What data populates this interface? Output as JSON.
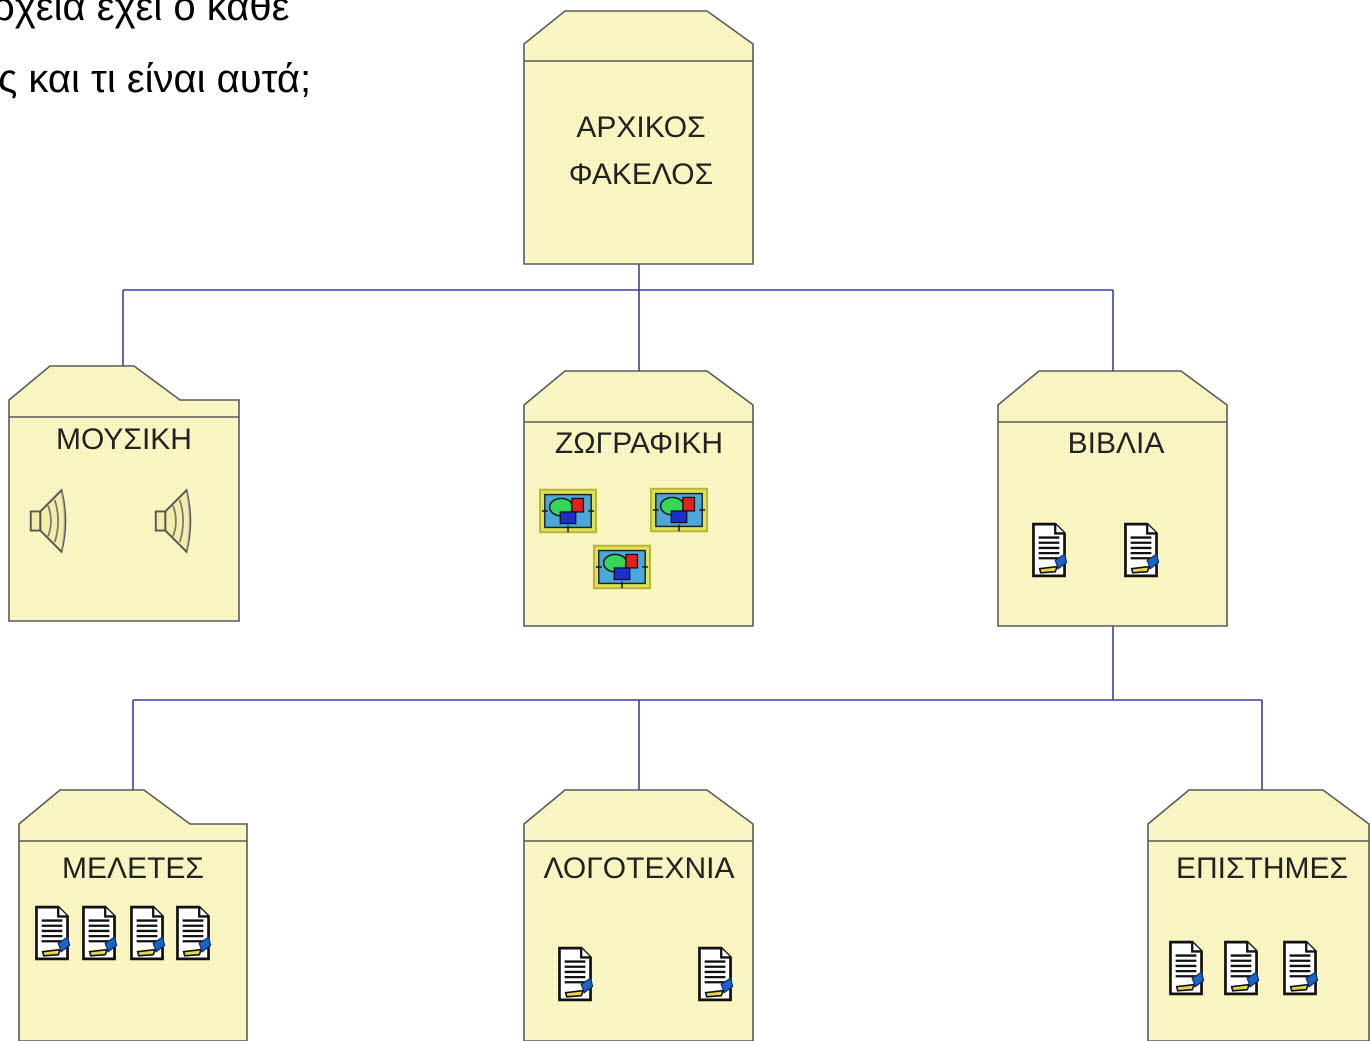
{
  "question": {
    "line1": "ρχεία έχει ο κάθε",
    "line2": "ς και τι είναι αυτά;"
  },
  "colors": {
    "folder_fill": "#fbf7c6",
    "folder_stroke": "#5a5a5a",
    "connector": "#3a3fa8"
  },
  "folders": {
    "root": {
      "line1": "ΑΡΧΙΚΟΣ",
      "line2": "ΦΑΚΕΛΟΣ"
    },
    "music": {
      "label": "ΜΟΥΣΙΚΗ",
      "icon": "speaker-icon",
      "icon_count": 2
    },
    "painting": {
      "label": "ΖΩΓΡΑΦΙΚΗ",
      "icon": "picture-icon",
      "icon_count": 3
    },
    "books": {
      "label": "ΒΙΒΛΙΑ",
      "icon": "document-icon",
      "icon_count": 2
    },
    "studies": {
      "label": "ΜΕΛΕΤΕΣ",
      "icon": "document-icon",
      "icon_count": 4
    },
    "literature": {
      "label": "ΛΟΓΟΤΕΧΝΙΑ",
      "icon": "document-icon",
      "icon_count": 2
    },
    "sciences": {
      "label": "ΕΠΙΣΤΗΜΕΣ",
      "icon": "document-icon",
      "icon_count": 3
    }
  }
}
